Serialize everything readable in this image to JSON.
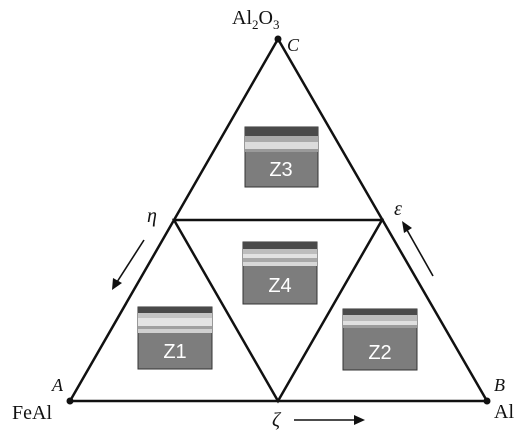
{
  "vertices": {
    "C": {
      "letter": "C",
      "formula_main": "Al",
      "formula_sub1": "2",
      "formula_mid": "O",
      "formula_sub2": "3"
    },
    "A": {
      "letter": "A",
      "name": "FeAl"
    },
    "B": {
      "letter": "B",
      "name": "Al"
    }
  },
  "edges": {
    "left": "η",
    "right": "ε",
    "bottom": "ζ"
  },
  "zones": {
    "z1": "Z1",
    "z2": "Z2",
    "z3": "Z3",
    "z4": "Z4"
  },
  "colors": {
    "line": "#111111",
    "zone_fill": "#7d7d7d",
    "zone_dark": "#4a4a4a",
    "zone_light": "#d4d4d4"
  }
}
